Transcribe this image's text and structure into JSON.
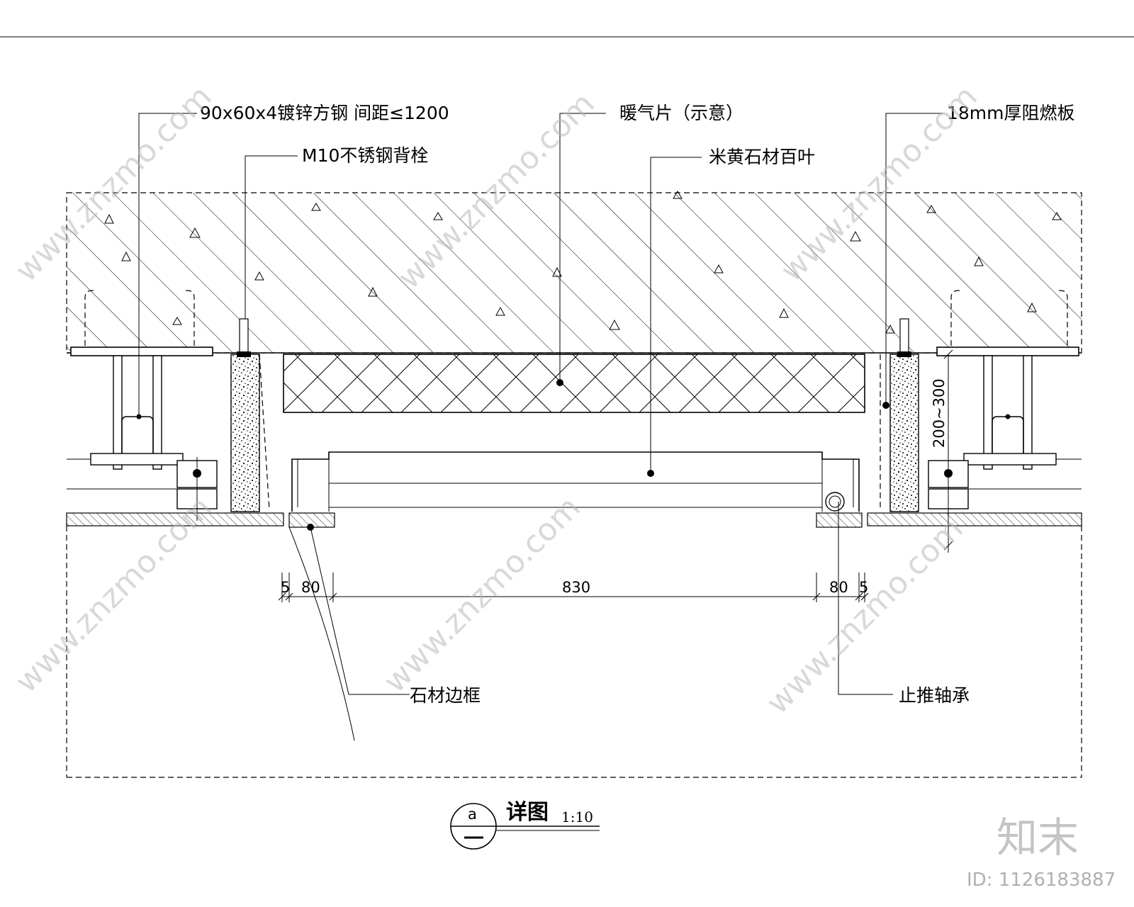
{
  "labels": {
    "steel_tube": "90x60x4镀锌方钢 间距≤1200",
    "back_bolt": "M10不锈钢背栓",
    "radiator": "暖气片（示意）",
    "louver": "米黄石材百叶",
    "fire_board": "18mm厚阻燃板",
    "stone_frame": "石材边框",
    "thrust_bearing": "止推轴承",
    "height_range": "200~300"
  },
  "dimensions": {
    "d1": "5",
    "d2": "80",
    "d3": "830",
    "d4": "80",
    "d5": "5"
  },
  "title_block": {
    "symbol": "a",
    "title": "详图",
    "scale": "1:10"
  },
  "watermark": {
    "brand": "知末",
    "site": "www.znzmo.com",
    "id": "ID: 1126183887"
  }
}
